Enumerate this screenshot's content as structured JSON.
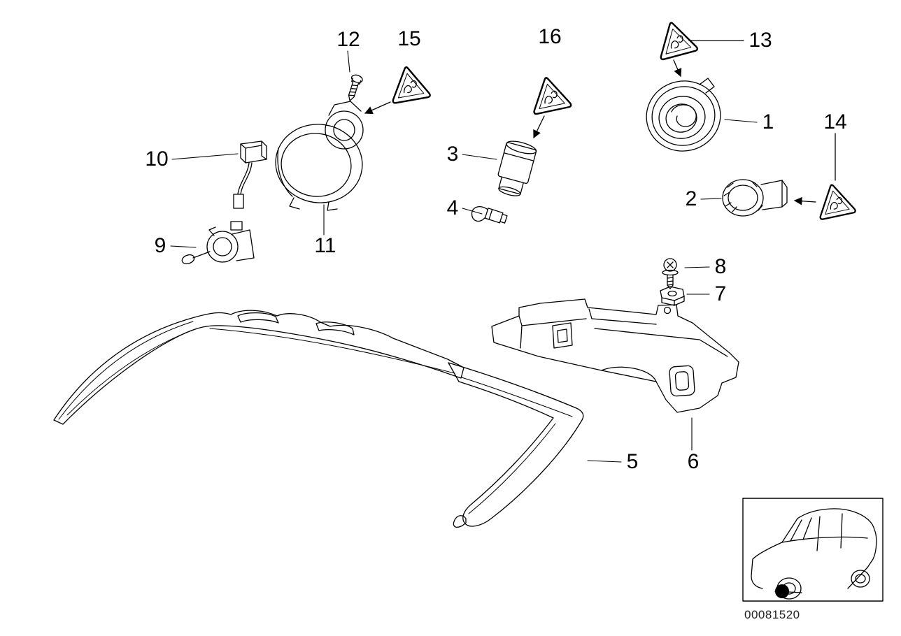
{
  "colors": {
    "background": "#ffffff",
    "line": "#000000"
  },
  "diagram": {
    "id_label": "00081520",
    "callouts": {
      "1": "1",
      "2": "2",
      "3": "3",
      "4": "4",
      "5": "5",
      "6": "6",
      "7": "7",
      "8": "8",
      "9": "9",
      "10": "10",
      "11": "11",
      "12": "12",
      "13": "13",
      "14": "14",
      "15": "15",
      "16": "16"
    }
  }
}
